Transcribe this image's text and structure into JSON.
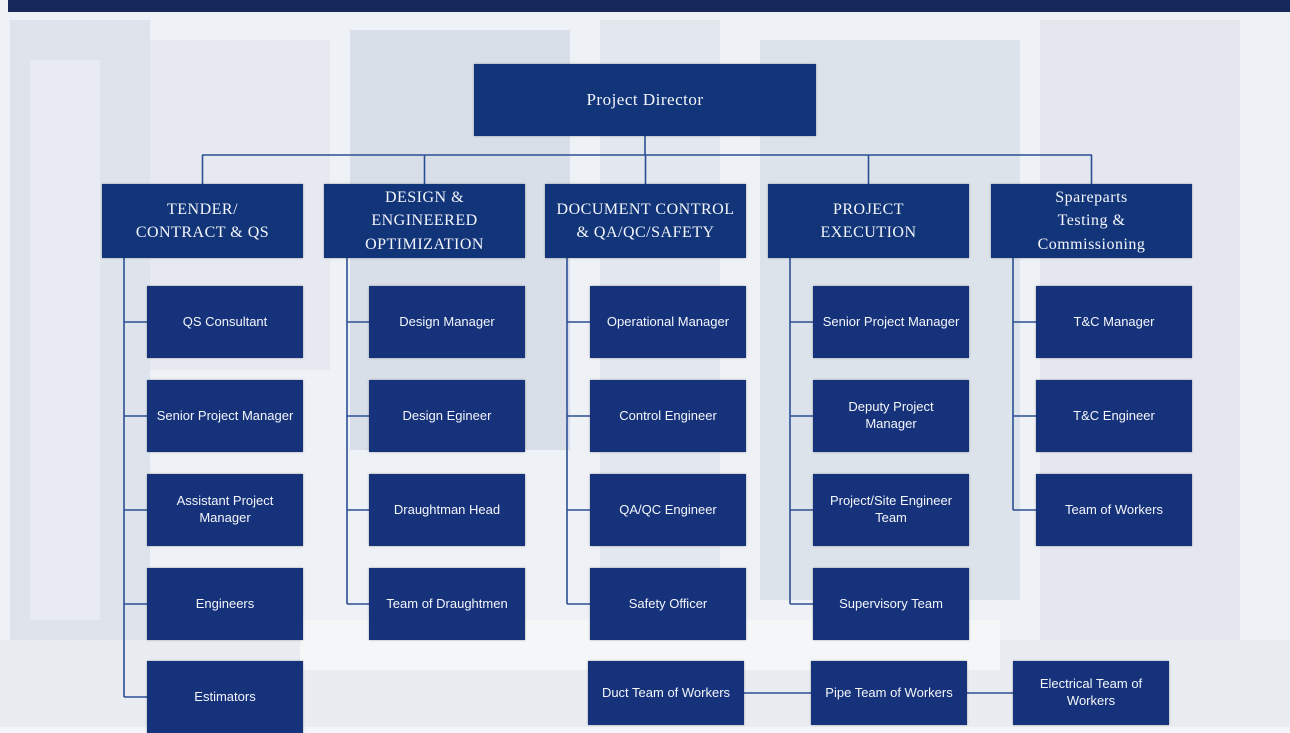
{
  "colors": {
    "box": "#15327a",
    "line": "#2a4f94",
    "topbar": "#17285a"
  },
  "director": "Project Director",
  "columns": [
    {
      "title": "TENDER/\nCONTRACT & QS",
      "items": [
        "QS Consultant",
        "Senior Project Manager",
        "Assistant Project Manager",
        "Engineers",
        "Estimators"
      ]
    },
    {
      "title": "DESIGN &\nENGINEERED\nOPTIMIZATION",
      "items": [
        "Design Manager",
        "Design Egineer",
        "Draughtman Head",
        "Team of Draughtmen"
      ]
    },
    {
      "title": "DOCUMENT CONTROL\n& QA/QC/SAFETY",
      "items": [
        "Operational Manager",
        "Control Engineer",
        "QA/QC Engineer",
        "Safety Officer"
      ]
    },
    {
      "title": "PROJECT\nEXECUTION",
      "items": [
        "Senior Project Manager",
        "Deputy Project Manager",
        "Project/Site Engineer Team",
        "Supervisory Team"
      ]
    },
    {
      "title": "Spareparts\nTesting &\nCommissioning",
      "items": [
        "T&C Manager",
        "T&C Engineer",
        "Team of Workers"
      ]
    }
  ],
  "workers": [
    "Duct Team of Workers",
    "Pipe Team of Workers",
    "Electrical Team of Workers"
  ]
}
